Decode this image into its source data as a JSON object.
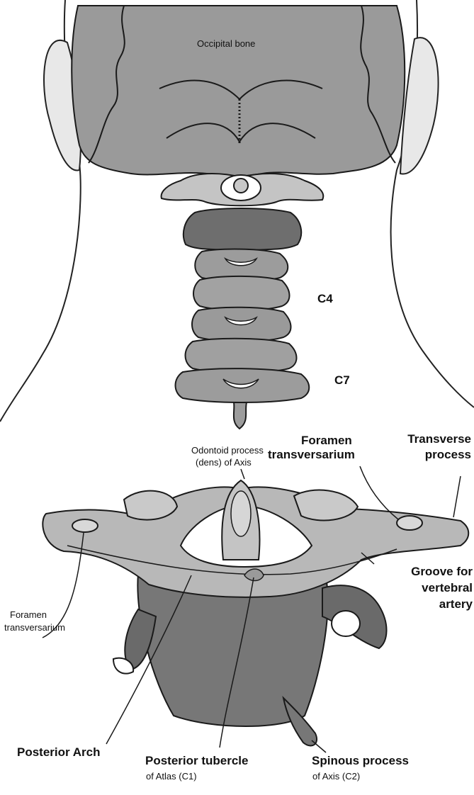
{
  "labels": {
    "occipital_bone": "Occipital bone",
    "c4": "C4",
    "c7": "C7",
    "odontoid_line1": "Odontoid process",
    "odontoid_line2": "(dens) of Axis",
    "foramen_top_line1": "Foramen",
    "foramen_top_line2": "transversarium",
    "transverse_line1": "Transverse",
    "transverse_line2": "process",
    "foramen_left_line1": "Foramen",
    "foramen_left_line2": "transversarium",
    "groove_line1": "Groove for",
    "groove_line2": "vertebral",
    "groove_line3": "artery",
    "posterior_arch": "Posterior Arch",
    "posterior_tubercle": "Posterior tubercle",
    "posterior_tubercle_sub": "of Atlas (C1)",
    "spinous_process": "Spinous process",
    "spinous_process_sub": "of Axis (C2)"
  },
  "colors": {
    "skull": "#9a9a9a",
    "vertebra_light": "#b8b8b8",
    "vertebra_dark": "#6e6e6e",
    "outline": "#1a1a1a",
    "skin_line": "#222222"
  }
}
